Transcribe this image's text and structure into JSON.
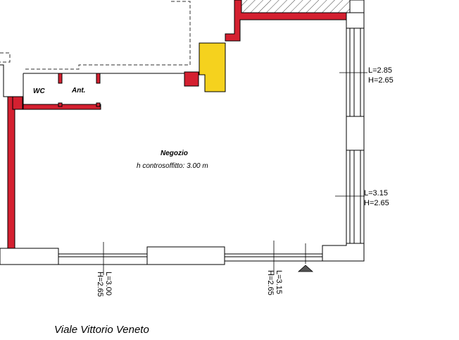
{
  "rooms": {
    "main": {
      "name": "Negozio",
      "ceiling": "h controsoffitto: 3.00  m"
    },
    "wc": {
      "name": "WC"
    },
    "anteroom": {
      "name": "Ant."
    }
  },
  "openings": {
    "right_upper": {
      "l": "L=2.85",
      "h": "H=2.65"
    },
    "right_lower": {
      "l": "L=3.15",
      "h": "H=2.65"
    },
    "bottom_left": {
      "l": "L=3.00",
      "h": "H=2.65"
    },
    "bottom_right": {
      "l": "L=3.15",
      "h": "H=2.65"
    }
  },
  "street": "Viale Vittorio Veneto",
  "colors": {
    "wall_fill": "#d42030",
    "column_fill": "#f5d21e",
    "line": "#000000",
    "dashed": "#333333"
  }
}
